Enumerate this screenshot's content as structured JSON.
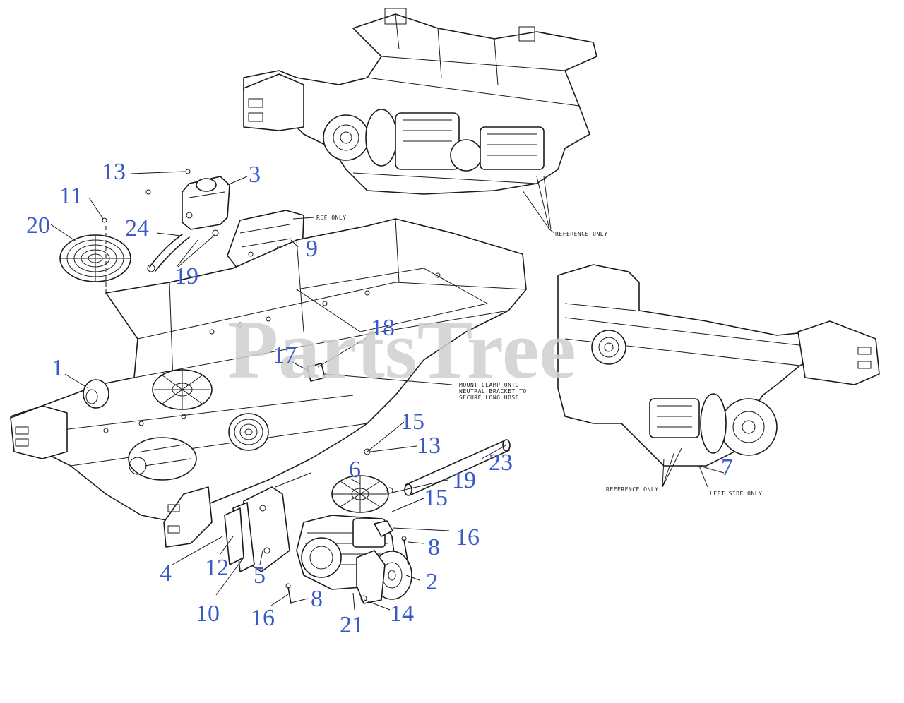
{
  "watermark": "PartsTree",
  "notes": {
    "ref_only": "REF ONLY",
    "reference_only_top": "REFERENCE ONLY",
    "mount_clamp_1": "MOUNT CLAMP ONTO",
    "mount_clamp_2": "NEUTRAL BRACKET TO",
    "mount_clamp_3": "SECURE LONG HOSE",
    "reference_only_right": "REFERENCE ONLY",
    "left_side_only": "LEFT SIDE ONLY"
  },
  "callouts": [
    {
      "id": "c13a",
      "label": "13"
    },
    {
      "id": "c3",
      "label": "3"
    },
    {
      "id": "c11",
      "label": "11"
    },
    {
      "id": "c20",
      "label": "20"
    },
    {
      "id": "c24",
      "label": "24"
    },
    {
      "id": "c9",
      "label": "9"
    },
    {
      "id": "c19a",
      "label": "19"
    },
    {
      "id": "c18",
      "label": "18"
    },
    {
      "id": "c17",
      "label": "17"
    },
    {
      "id": "c1",
      "label": "1"
    },
    {
      "id": "c15a",
      "label": "15"
    },
    {
      "id": "c13b",
      "label": "13"
    },
    {
      "id": "c23",
      "label": "23"
    },
    {
      "id": "c6",
      "label": "6"
    },
    {
      "id": "c19b",
      "label": "19"
    },
    {
      "id": "c15b",
      "label": "15"
    },
    {
      "id": "c16a",
      "label": "16"
    },
    {
      "id": "c8a",
      "label": "8"
    },
    {
      "id": "c2",
      "label": "2"
    },
    {
      "id": "c4",
      "label": "4"
    },
    {
      "id": "c12",
      "label": "12"
    },
    {
      "id": "c5",
      "label": "5"
    },
    {
      "id": "c10",
      "label": "10"
    },
    {
      "id": "c16b",
      "label": "16"
    },
    {
      "id": "c8b",
      "label": "8"
    },
    {
      "id": "c21",
      "label": "21"
    },
    {
      "id": "c14",
      "label": "14"
    },
    {
      "id": "c7",
      "label": "7"
    }
  ]
}
